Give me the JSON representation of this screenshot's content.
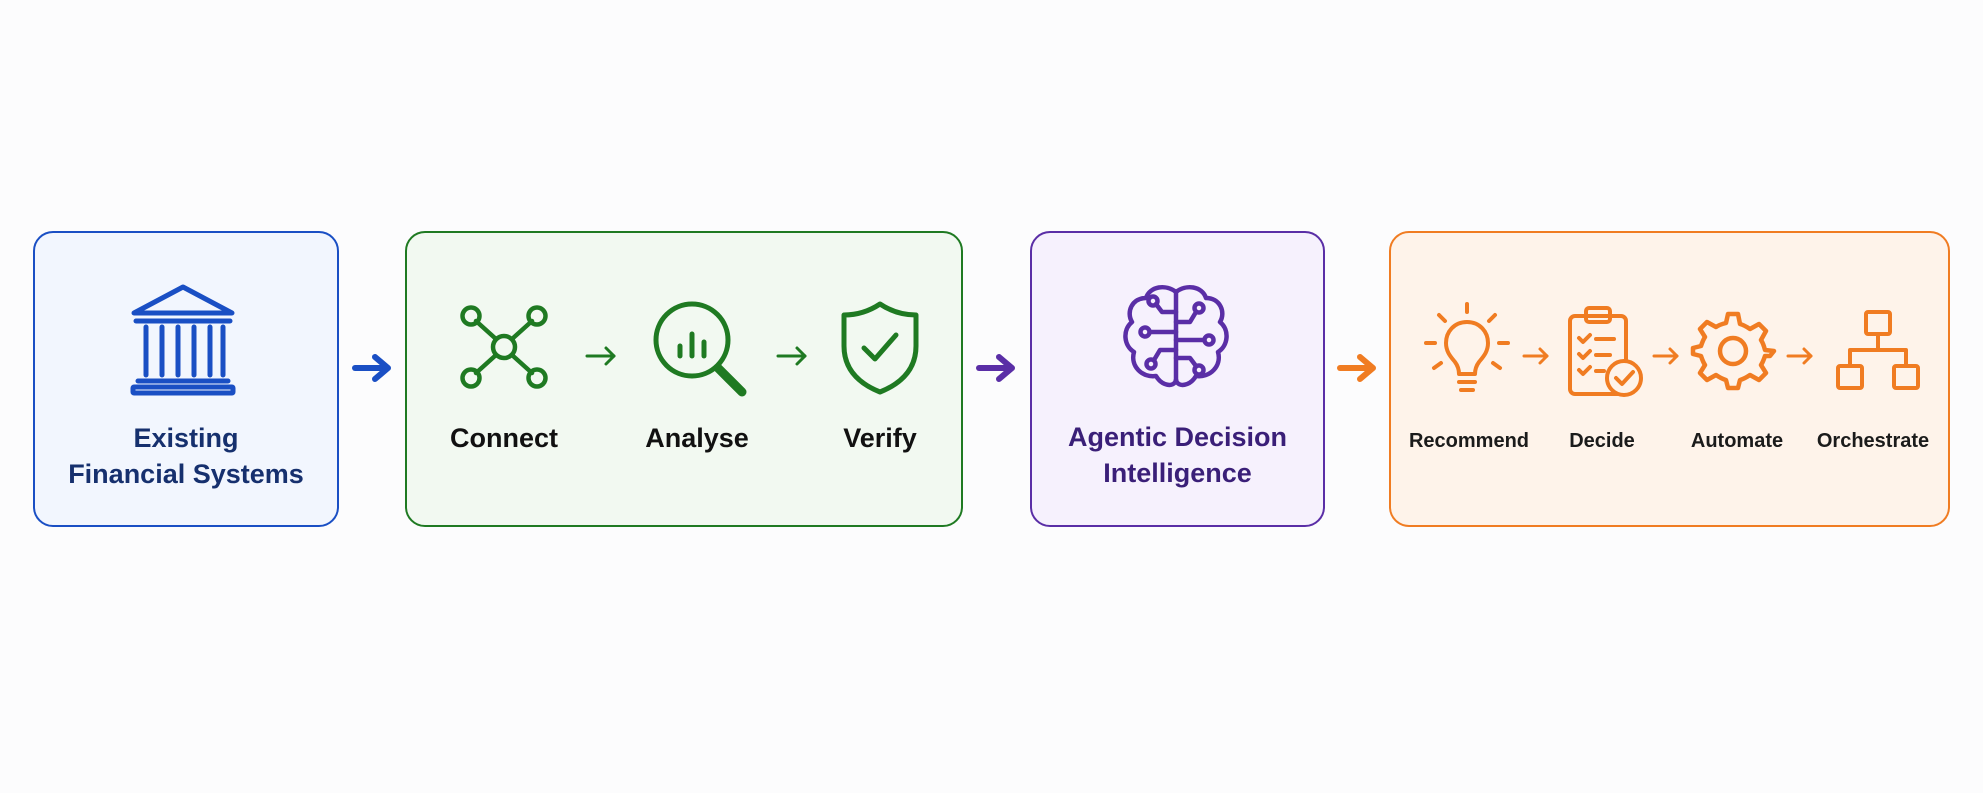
{
  "colors": {
    "blue": "#1a4fc4",
    "green": "#1f7a22",
    "purple": "#5a2ea6",
    "orange": "#f07c22"
  },
  "stages": {
    "existing_systems": {
      "label_line1": "Existing",
      "label_line2": "Financial Systems",
      "icon": "bank-icon"
    },
    "process": {
      "steps": [
        {
          "label": "Connect",
          "icon": "network-nodes-icon"
        },
        {
          "label": "Analyse",
          "icon": "magnifier-chart-icon"
        },
        {
          "label": "Verify",
          "icon": "shield-check-icon"
        }
      ]
    },
    "intelligence": {
      "label_line1": "Agentic Decision",
      "label_line2": "Intelligence",
      "icon": "brain-circuit-icon"
    },
    "actions": {
      "steps": [
        {
          "label": "Recommend",
          "icon": "lightbulb-icon"
        },
        {
          "label": "Decide",
          "icon": "clipboard-check-icon"
        },
        {
          "label": "Automate",
          "icon": "gear-icon"
        },
        {
          "label": "Orchestrate",
          "icon": "hierarchy-icon"
        }
      ]
    }
  }
}
